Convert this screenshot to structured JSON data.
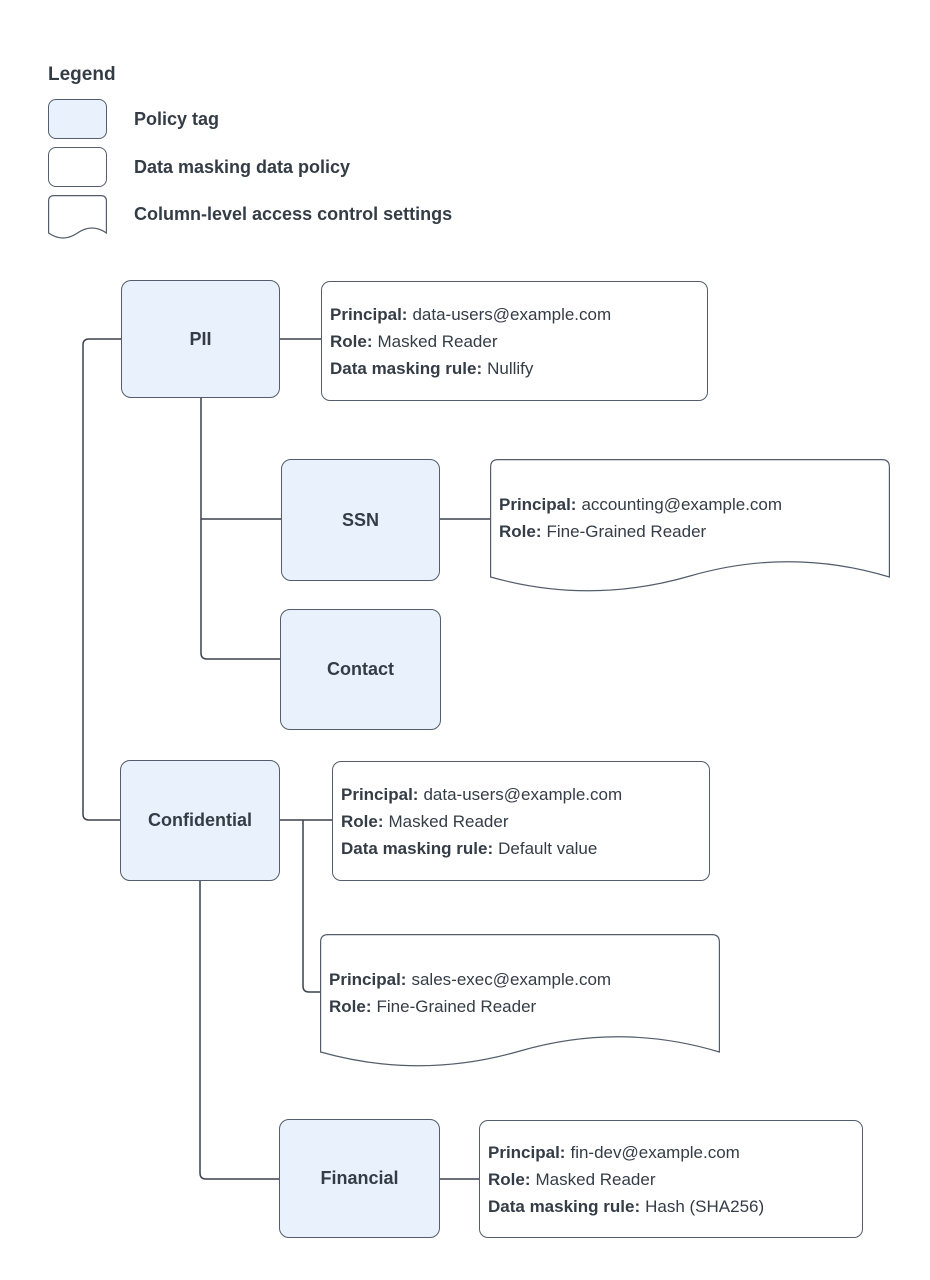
{
  "colors": {
    "background": "#ffffff",
    "policy_tag_fill": "#e9f1fd",
    "shape_stroke": "#535d6b",
    "connector": "#3a414b",
    "text": "#343c46"
  },
  "legend": {
    "title": "Legend",
    "items": [
      {
        "swatch": "policy-tag",
        "label": "Policy tag"
      },
      {
        "swatch": "data-masking-policy",
        "label": "Data masking data policy"
      },
      {
        "swatch": "column-access-document",
        "label": "Column-level access control settings"
      }
    ]
  },
  "diagram": {
    "tags": [
      {
        "id": "pii",
        "label": "PII"
      },
      {
        "id": "ssn",
        "label": "SSN"
      },
      {
        "id": "contact",
        "label": "Contact"
      },
      {
        "id": "confidential",
        "label": "Confidential"
      },
      {
        "id": "financial",
        "label": "Financial"
      }
    ],
    "data_policies": [
      {
        "id": "pii-policy",
        "fields": [
          {
            "label": "Principal:",
            "value": "data-users@example.com"
          },
          {
            "label": "Role:",
            "value": "Masked Reader"
          },
          {
            "label": "Data masking rule:",
            "value": "Nullify"
          }
        ]
      },
      {
        "id": "confidential-policy",
        "fields": [
          {
            "label": "Principal:",
            "value": "data-users@example.com"
          },
          {
            "label": "Role:",
            "value": "Masked Reader"
          },
          {
            "label": "Data masking rule:",
            "value": "Default value"
          }
        ]
      },
      {
        "id": "financial-policy",
        "fields": [
          {
            "label": "Principal:",
            "value": "fin-dev@example.com"
          },
          {
            "label": "Role:",
            "value": "Masked Reader"
          },
          {
            "label": "Data masking rule:",
            "value": "Hash (SHA256)"
          }
        ]
      }
    ],
    "access_settings": [
      {
        "id": "ssn-access",
        "fields": [
          {
            "label": "Principal:",
            "value": "accounting@example.com"
          },
          {
            "label": "Role:",
            "value": "Fine-Grained Reader"
          }
        ]
      },
      {
        "id": "confidential-access",
        "fields": [
          {
            "label": "Principal:",
            "value": "sales-exec@example.com"
          },
          {
            "label": "Role:",
            "value": "Fine-Grained Reader"
          }
        ]
      }
    ]
  }
}
